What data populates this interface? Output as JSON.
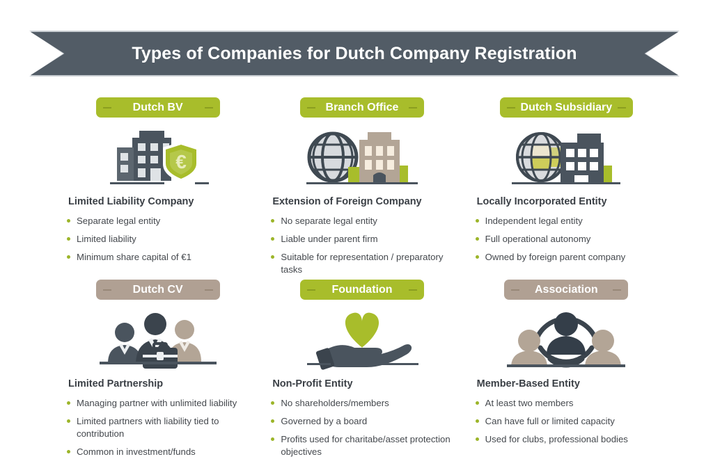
{
  "header": {
    "title": "Types of Companies for Dutch Company Registration",
    "banner_color": "#525c66"
  },
  "theme": {
    "badge_green": "#a8bd2b",
    "badge_taupe": "#b0a093",
    "bullet_green": "#9cb529",
    "text_dark": "#3a3f45",
    "icon_dark": "#4a545e",
    "icon_tan": "#b3a596"
  },
  "cards": [
    {
      "badge_label": "Dutch BV",
      "badge_style": "green",
      "icon": "building-euro-shield-icon",
      "subtitle": "Limited Liability Company",
      "bullets": [
        "Separate legal entity",
        "Limited liability",
        "Minimum share capital of €1"
      ]
    },
    {
      "badge_label": "Branch Office",
      "badge_style": "green",
      "icon": "globe-building-icon",
      "subtitle": "Extension of Foreign Company",
      "bullets": [
        "No separate legal entity",
        "Liable under parent firm",
        "Suitable for representation / preparatory tasks"
      ]
    },
    {
      "badge_label": "Dutch Subsidiary",
      "badge_style": "green",
      "icon": "globe-office-icon",
      "subtitle": "Locally Incorporated Entity",
      "bullets": [
        "Independent legal entity",
        "Full operational autonomy",
        "Owned by foreign parent company"
      ]
    },
    {
      "badge_label": "Dutch CV",
      "badge_style": "taupe",
      "icon": "business-people-briefcase-icon",
      "subtitle": "Limited Partnership",
      "bullets": [
        "Managing partner with unlimited liability",
        "Limited partners with liability tied to contribution",
        "Common in investment/funds"
      ]
    },
    {
      "badge_label": "Foundation",
      "badge_style": "green",
      "icon": "hand-heart-icon",
      "subtitle": "Non-Profit Entity",
      "bullets": [
        "No shareholders/members",
        "Governed by a board",
        "Profits used for charitabe/asset protection objectives"
      ]
    },
    {
      "badge_label": "Association",
      "badge_style": "taupe",
      "icon": "people-circle-icon",
      "subtitle": "Member-Based Entity",
      "bullets": [
        "At least two members",
        "Can have full or limited capacity",
        "Used for clubs, professional bodies"
      ]
    }
  ]
}
